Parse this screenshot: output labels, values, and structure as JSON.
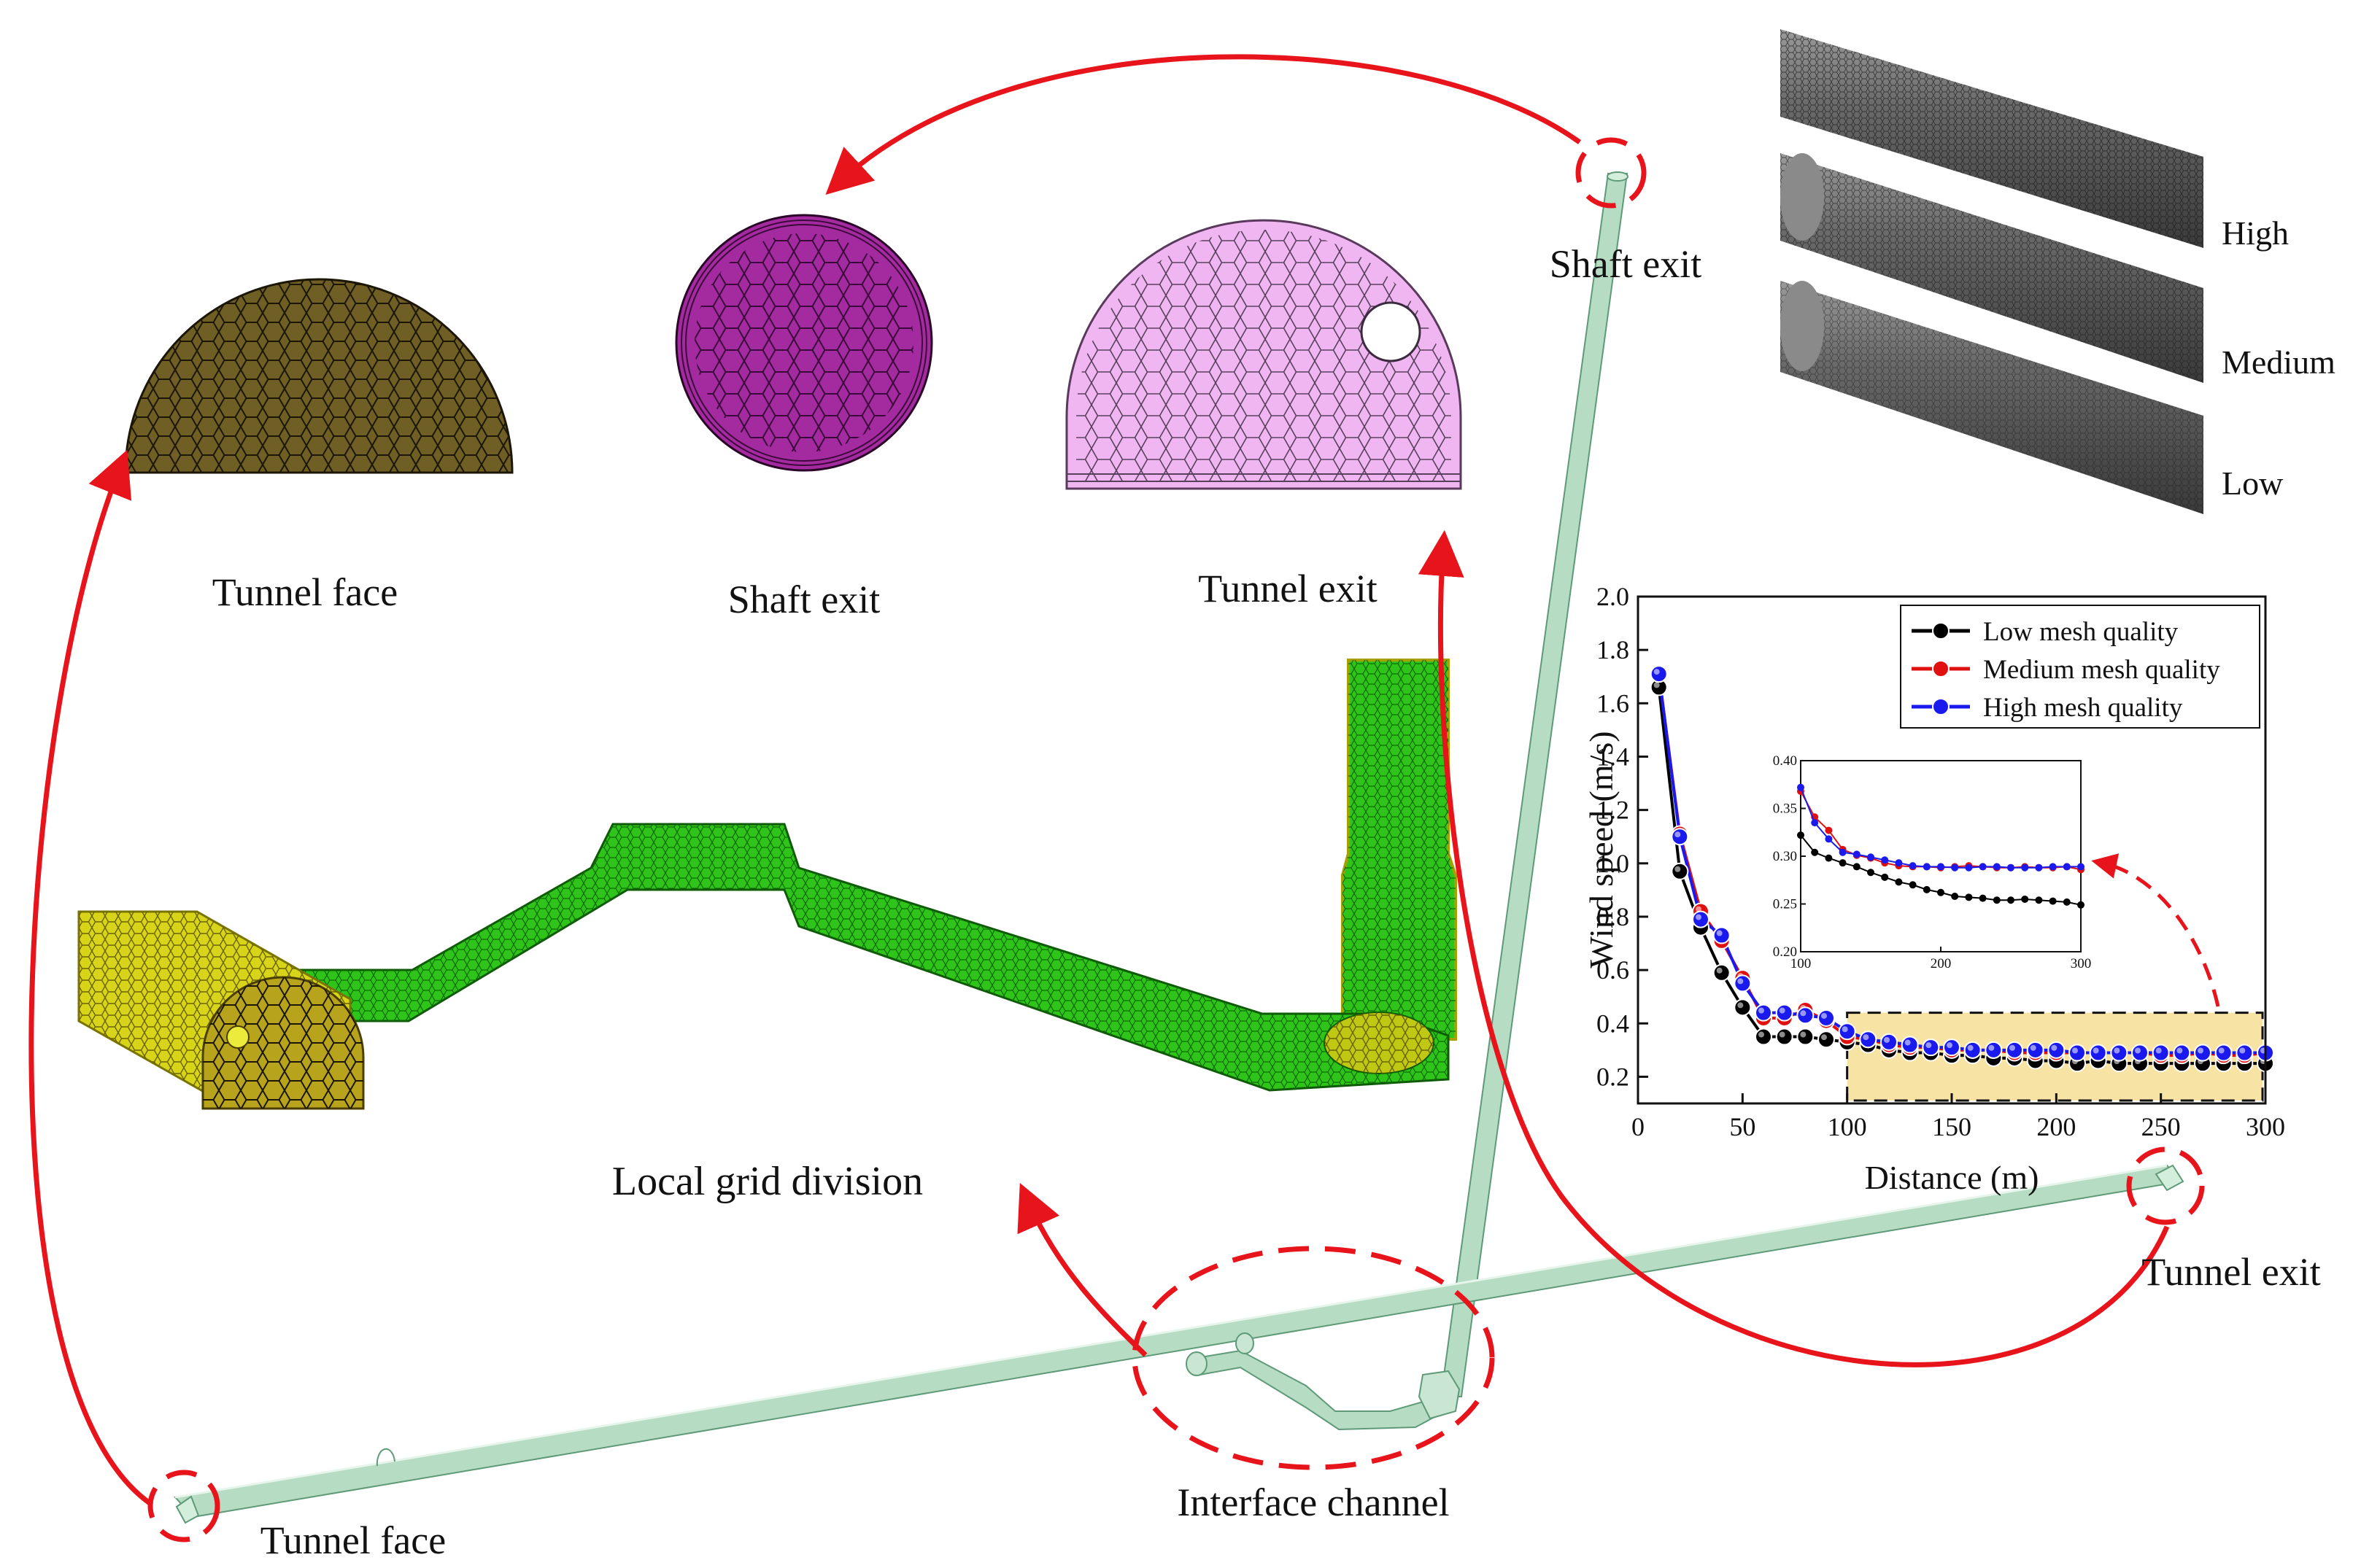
{
  "labels": {
    "tunnel_face_section": "Tunnel face",
    "shaft_exit_section": "Shaft exit",
    "tunnel_exit_section": "Tunnel exit",
    "local_grid_division": "Local grid division",
    "shaft_exit_top": "Shaft exit",
    "tunnel_exit_right": "Tunnel exit",
    "tunnel_face_bottom": "Tunnel face",
    "interface_channel": "Interface channel",
    "mesh_high": "High",
    "mesh_medium": "Medium",
    "mesh_low": "Low"
  },
  "colors": {
    "arrow": "#e8141c",
    "tunnel_face_fill": "#6f5f24",
    "shaft_exit_fill": "#a42aa0",
    "tunnel_exit_fill": "#f0b6f2",
    "grid_green": "#2fc41a",
    "grid_yellow": "#d8d41a",
    "channel": "#b6dcc4",
    "highlight": "#f7e3a4",
    "low": "#000000",
    "medium": "#e11010",
    "high": "#1a1aee"
  },
  "chart_data": {
    "type": "line",
    "xlabel": "Distance (m)",
    "ylabel": "Wind speed (m/s)",
    "xlim": [
      0,
      300
    ],
    "ylim": [
      0.1,
      2.0
    ],
    "x_ticks": [
      "0",
      "50",
      "100",
      "150",
      "200",
      "250",
      "300"
    ],
    "y_ticks": [
      "0.2",
      "0.4",
      "0.6",
      "0.8",
      "1.0",
      "1.2",
      "1.4",
      "1.6",
      "1.8",
      "2.0"
    ],
    "legend_position": "top-right",
    "x": [
      10,
      20,
      30,
      40,
      50,
      60,
      70,
      80,
      90,
      100,
      110,
      120,
      130,
      140,
      150,
      160,
      170,
      180,
      190,
      200,
      210,
      220,
      230,
      240,
      250,
      260,
      270,
      280,
      290,
      300
    ],
    "series": [
      {
        "name": "Low mesh quality",
        "color": "#000000",
        "values": [
          1.66,
          0.97,
          0.76,
          0.59,
          0.46,
          0.35,
          0.35,
          0.35,
          0.34,
          0.33,
          0.32,
          0.3,
          0.29,
          0.29,
          0.28,
          0.28,
          0.27,
          0.27,
          0.26,
          0.26,
          0.25,
          0.26,
          0.25,
          0.25,
          0.25,
          0.25,
          0.25,
          0.25,
          0.25,
          0.25
        ]
      },
      {
        "name": "Medium mesh quality",
        "color": "#e11010",
        "values": [
          1.71,
          1.11,
          0.82,
          0.71,
          0.57,
          0.42,
          0.42,
          0.45,
          0.41,
          0.35,
          0.34,
          0.32,
          0.31,
          0.31,
          0.3,
          0.3,
          0.3,
          0.29,
          0.29,
          0.29,
          0.29,
          0.29,
          0.29,
          0.29,
          0.28,
          0.28,
          0.29,
          0.28,
          0.28,
          0.29
        ]
      },
      {
        "name": "High mesh quality",
        "color": "#1a1aee",
        "values": [
          1.71,
          1.1,
          0.79,
          0.73,
          0.55,
          0.44,
          0.44,
          0.43,
          0.42,
          0.37,
          0.34,
          0.33,
          0.32,
          0.31,
          0.31,
          0.3,
          0.3,
          0.3,
          0.3,
          0.3,
          0.29,
          0.29,
          0.29,
          0.29,
          0.29,
          0.29,
          0.29,
          0.29,
          0.29,
          0.29
        ]
      }
    ],
    "highlight_range": {
      "x": [
        100,
        300
      ],
      "y": [
        0.1,
        0.44
      ]
    },
    "inset": {
      "xlim": [
        100,
        300
      ],
      "ylim": [
        0.2,
        0.4
      ],
      "x_ticks": [
        "100",
        "200",
        "300"
      ],
      "y_ticks": [
        "0.20",
        "0.25",
        "0.30",
        "0.35",
        "0.40"
      ],
      "x": [
        100,
        110,
        120,
        130,
        140,
        150,
        160,
        170,
        180,
        190,
        200,
        210,
        220,
        230,
        240,
        250,
        260,
        270,
        280,
        290,
        300
      ],
      "series": [
        {
          "name": "Low mesh quality",
          "color": "#000000",
          "values": [
            0.322,
            0.304,
            0.298,
            0.293,
            0.289,
            0.283,
            0.278,
            0.273,
            0.27,
            0.265,
            0.262,
            0.258,
            0.257,
            0.256,
            0.254,
            0.254,
            0.255,
            0.254,
            0.253,
            0.252,
            0.249
          ]
        },
        {
          "name": "Medium mesh quality",
          "color": "#e11010",
          "values": [
            0.368,
            0.341,
            0.327,
            0.307,
            0.301,
            0.298,
            0.293,
            0.29,
            0.289,
            0.289,
            0.288,
            0.289,
            0.29,
            0.289,
            0.288,
            0.288,
            0.289,
            0.288,
            0.288,
            0.289,
            0.286
          ]
        },
        {
          "name": "High mesh quality",
          "color": "#1a1aee",
          "values": [
            0.372,
            0.335,
            0.318,
            0.304,
            0.302,
            0.299,
            0.296,
            0.293,
            0.29,
            0.289,
            0.289,
            0.288,
            0.288,
            0.289,
            0.289,
            0.288,
            0.288,
            0.288,
            0.289,
            0.289,
            0.289
          ]
        }
      ]
    }
  }
}
